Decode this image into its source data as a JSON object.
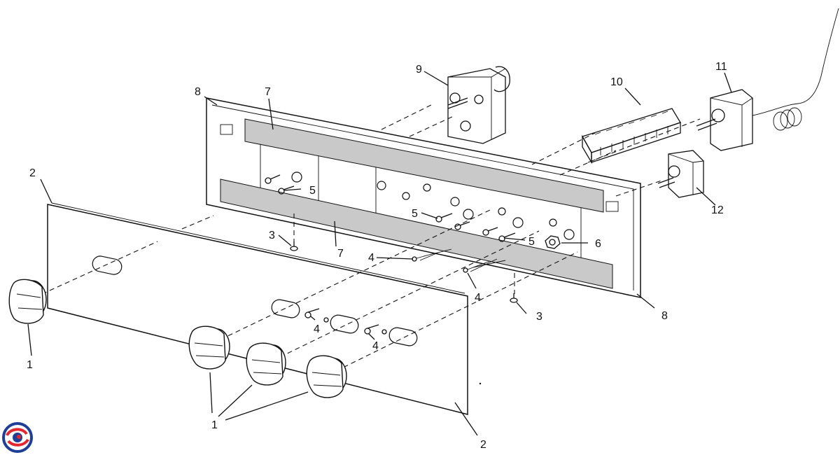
{
  "labels": {
    "knob_a": "1",
    "knob_b": "1",
    "panel_a": "2",
    "panel_b": "2",
    "screw3_a": "3",
    "screw3_b": "3",
    "pin4_a": "4",
    "pin4_b": "4",
    "pin4_c": "4",
    "pin4_d": "4",
    "screw5_a": "5",
    "screw5_b": "5",
    "screw5_c": "5",
    "nut6": "6",
    "strip7_a": "7",
    "strip7_b": "7",
    "backpanel8_a": "8",
    "backpanel8_b": "8",
    "switch9": "9",
    "terminal10": "10",
    "thermostat11": "11",
    "regulator12": "12"
  },
  "colors": {
    "line": "#111111",
    "felt": "#c9c9c9",
    "background": "#ffffff",
    "logo_red": "#e3262f",
    "logo_blue": "#1f3f96"
  },
  "icons": {
    "logo": "brand-swirl-icon"
  }
}
